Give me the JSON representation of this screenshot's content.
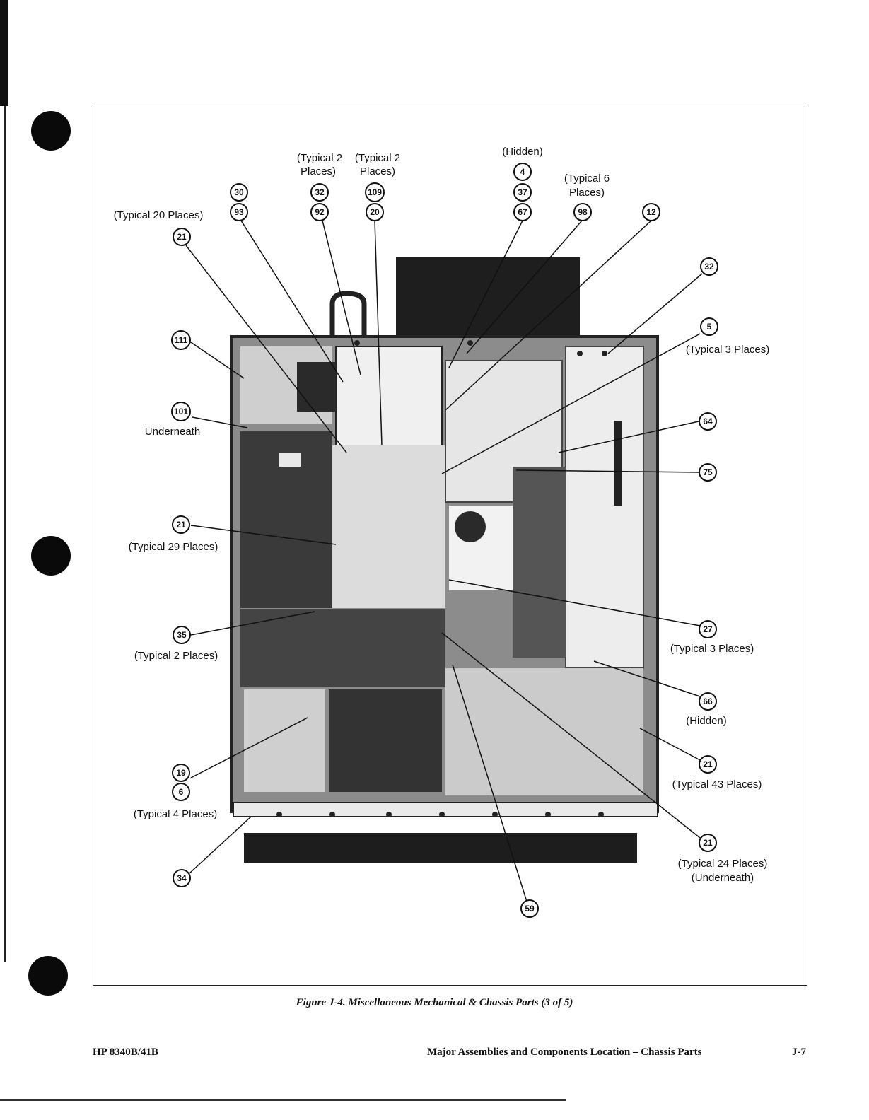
{
  "figure": {
    "caption": "Figure J-4. Miscellaneous Mechanical & Chassis Parts (3 of 5)",
    "callouts": [
      {
        "id": "30"
      },
      {
        "id": "93"
      },
      {
        "id": "32"
      },
      {
        "id": "92"
      },
      {
        "id": "109"
      },
      {
        "id": "20"
      },
      {
        "id": "4"
      },
      {
        "id": "37"
      },
      {
        "id": "67"
      },
      {
        "id": "98"
      },
      {
        "id": "12"
      },
      {
        "id": "21"
      },
      {
        "id": "32"
      },
      {
        "id": "5"
      },
      {
        "id": "111"
      },
      {
        "id": "101"
      },
      {
        "id": "64"
      },
      {
        "id": "75"
      },
      {
        "id": "21"
      },
      {
        "id": "27"
      },
      {
        "id": "35"
      },
      {
        "id": "66"
      },
      {
        "id": "19"
      },
      {
        "id": "6"
      },
      {
        "id": "21"
      },
      {
        "id": "21"
      },
      {
        "id": "34"
      },
      {
        "id": "59"
      }
    ],
    "notes": {
      "typical_2_places_a": "(Typical 2",
      "typical_2_places_a2": "Places)",
      "typical_2_places_b": "(Typical 2",
      "typical_2_places_b2": "Places)",
      "hidden_top": "(Hidden)",
      "typical_6_places": "(Typical 6",
      "typical_6_places2": "Places)",
      "typical_20_places": "(Typical 20 Places)",
      "typical_3_places_a": "(Typical 3 Places)",
      "underneath": "Underneath",
      "typical_29_places": "(Typical 29 Places)",
      "typical_3_places_b": "(Typical 3 Places)",
      "typical_2_places_c": "(Typical 2 Places)",
      "hidden_66": "(Hidden)",
      "typical_43_places": "(Typical 43 Places)",
      "typical_4_places": "(Typical 4 Places)",
      "typical_24_places": "(Typical 24 Places)",
      "underneath_24": "(Underneath)"
    }
  },
  "footer": {
    "model": "HP 8340B/41B",
    "section": "Major Assemblies and Components Location – Chassis Parts",
    "page": "J-7"
  }
}
